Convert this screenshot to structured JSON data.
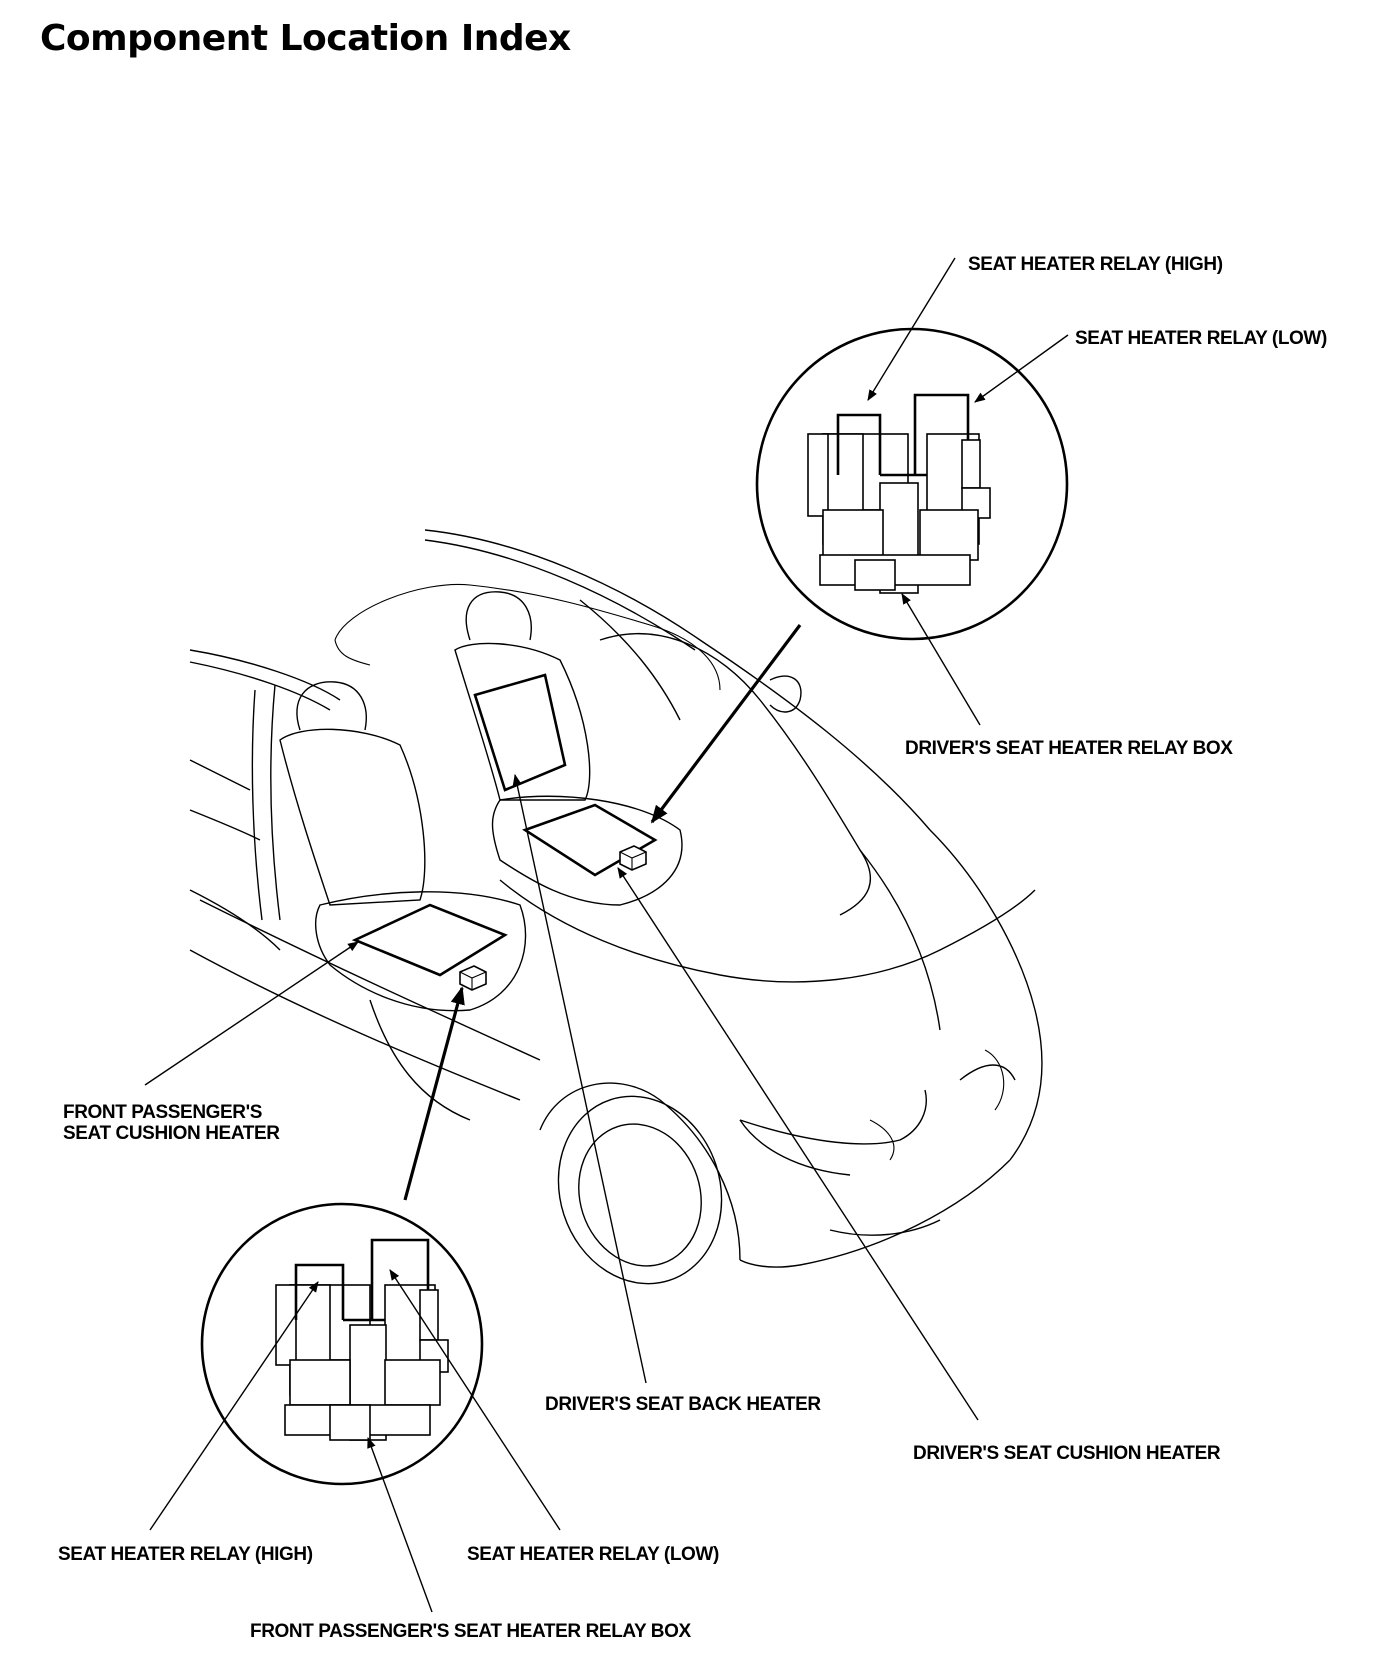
{
  "page": {
    "title": "Component Location Index"
  },
  "labels": {
    "relay_high_top": "SEAT HEATER RELAY (HIGH)",
    "relay_low_top": "SEAT HEATER RELAY (LOW)",
    "driver_relay_box": "DRIVER'S SEAT HEATER RELAY BOX",
    "passenger_cushion_line1": "FRONT PASSENGER'S",
    "passenger_cushion_line2": "SEAT CUSHION HEATER",
    "driver_back_heater": "DRIVER'S SEAT BACK HEATER",
    "driver_cushion_heater": "DRIVER'S SEAT CUSHION HEATER",
    "relay_high_bottom": "SEAT HEATER RELAY (HIGH)",
    "relay_low_bottom": "SEAT HEATER RELAY (LOW)",
    "passenger_relay_box": "FRONT PASSENGER'S SEAT HEATER RELAY BOX"
  }
}
